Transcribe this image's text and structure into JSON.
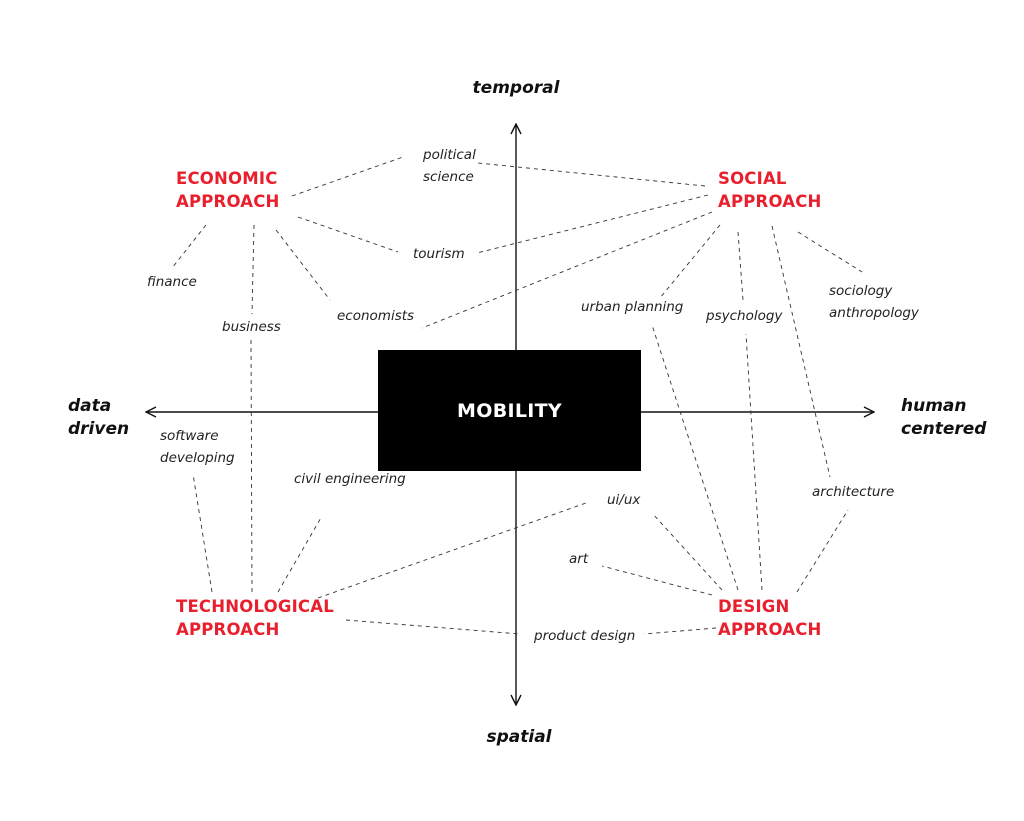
{
  "colors": {
    "approach": "#e8202e",
    "line": "#222222",
    "center_fill": "#000000",
    "center_text": "#ffffff"
  },
  "axes": {
    "top": "temporal",
    "bottom": "spatial",
    "left": "data\ndriven",
    "right": "human\ncentered"
  },
  "center": "MOBILITY",
  "approaches": {
    "economic": "ECONOMIC\nAPPROACH",
    "social": "SOCIAL\nAPPROACH",
    "technological": "TECHNOLOGICAL\nAPPROACH",
    "design": "DESIGN\nAPPROACH"
  },
  "fields": {
    "political_science": "political\nscience",
    "tourism": "tourism",
    "finance": "finance",
    "business": "business",
    "economists": "economists",
    "urban_planning": "urban planning",
    "psychology": "psychology",
    "sociology_anthropology": "sociology\nanthropology",
    "software_developing": "software\ndeveloping",
    "civil_engineering": "civil engineering",
    "ui_ux": "ui/ux",
    "art": "art",
    "product_design": "product design",
    "architecture": "architecture"
  }
}
